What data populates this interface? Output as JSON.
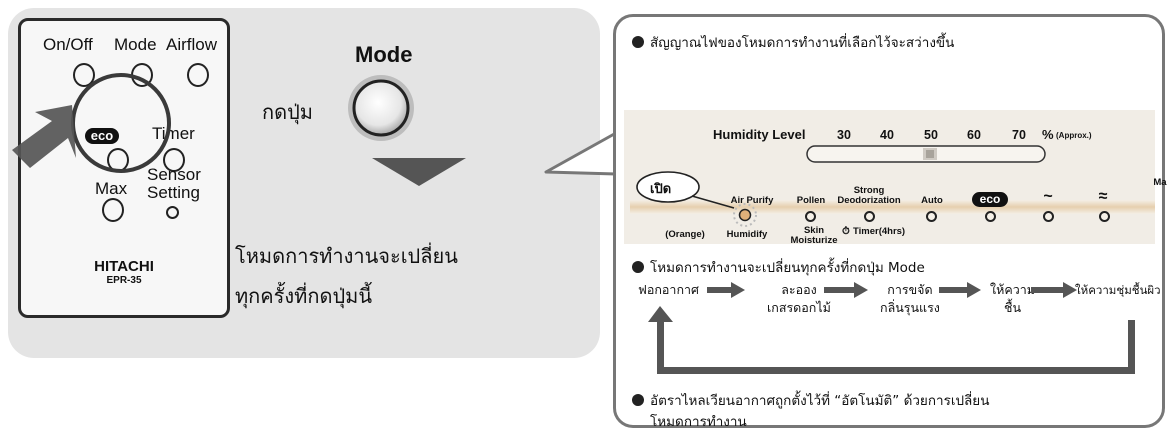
{
  "remote": {
    "labels": {
      "onoff": "On/Off",
      "mode": "Mode",
      "airflow": "Airflow",
      "eco": "eco",
      "timer": "Timer",
      "max": "Max",
      "sensor_setting": "Sensor\nSetting"
    },
    "brand": "HITACHI",
    "model": "EPR-35"
  },
  "left_panel": {
    "mode_title": "Mode",
    "press_label": "กดปุ่ม",
    "caption_line1": "โหมดการทำงานจะเปลี่ยน",
    "caption_line2": "ทุกครั้งที่กดปุ่มนี้"
  },
  "bubble": {
    "bullet1": "สัญญาณไฟของโหมดการทำงานที่เลือกไว้จะสว่างขึ้น",
    "display": {
      "humidity_level": "Humidity Level",
      "ticks": [
        "30",
        "40",
        "50",
        "60",
        "70"
      ],
      "percent": "%",
      "approx": "(Approx.)",
      "open_label": "เปิด",
      "top_labels": [
        "Air Purify",
        "Pollen",
        "Strong\nDeodorization",
        "Auto",
        "eco",
        "~",
        "≈",
        "Ma"
      ],
      "bottom_labels": [
        "(Orange)",
        "Humidify",
        "Skin\nMoisturize",
        "Timer(4hrs)"
      ]
    },
    "bullet2": "โหมดการทำงานจะเปลี่ยนทุกครั้งที่กดปุ่ม Mode",
    "flow_steps": [
      "ฟอกอากาศ",
      "ละออง\nเกสรดอกไม้",
      "การขจัด\nกลิ่นรุนแรง",
      "ให้ความ\nชื้น",
      "ให้ความชุ่มชื้นผิว"
    ],
    "bullet3_line1": "อัตราไหลเวียนอากาศถูกตั้งไว้ที่ “อัตโนมัติ” ด้วยการเปลี่ยน",
    "bullet3_line2": "โหมดการทำงาน"
  },
  "colors": {
    "panel_gray": "#e4e4e4",
    "arrow_gray": "#555555",
    "display_bg": "#f1ede6",
    "led_amber": "#e0b07a"
  }
}
